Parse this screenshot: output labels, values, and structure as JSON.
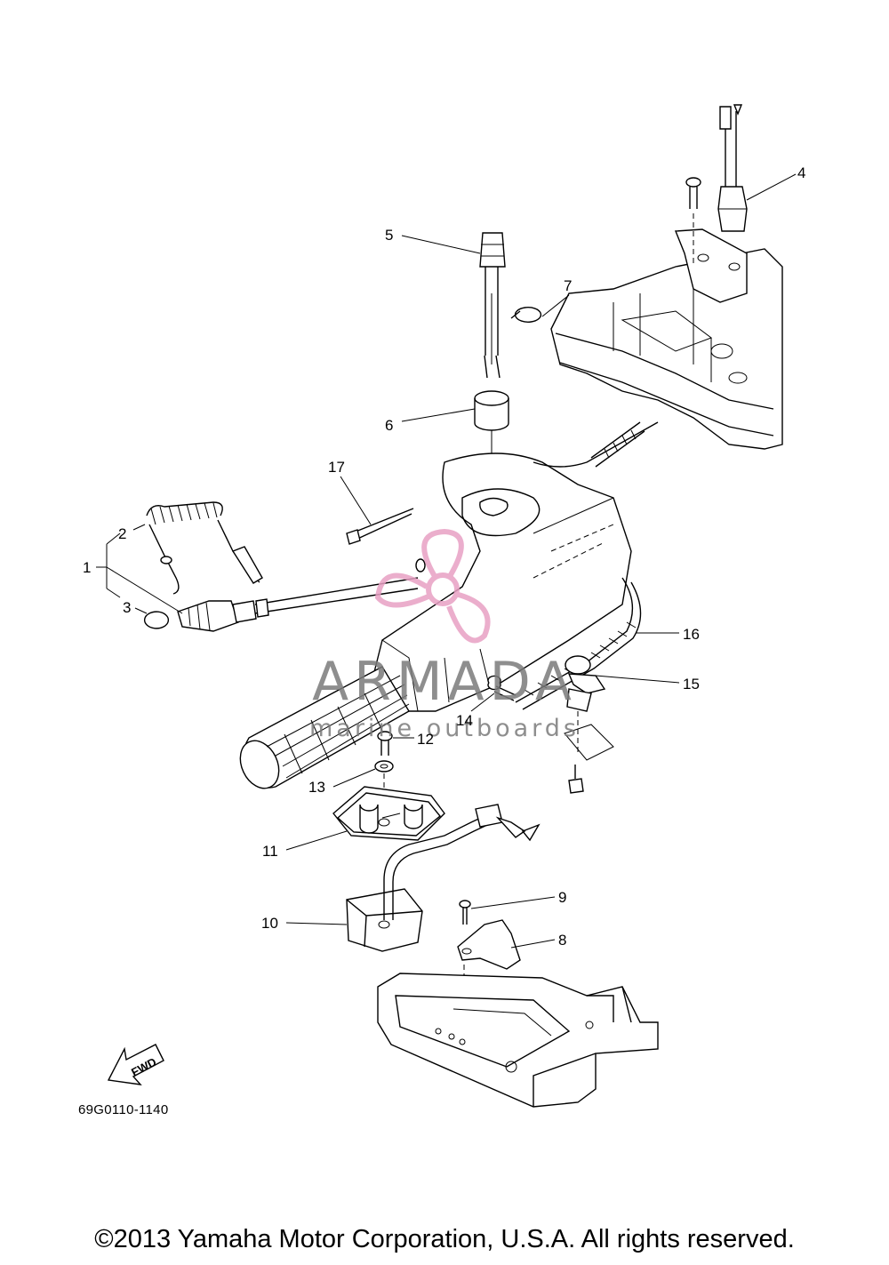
{
  "diagram": {
    "part_labels": [
      "1",
      "2",
      "3",
      "4",
      "5",
      "6",
      "7",
      "8",
      "9",
      "10",
      "11",
      "12",
      "13",
      "14",
      "15",
      "16",
      "17"
    ],
    "fwd_label": "FWD",
    "drawing_number": "69G0110-1140"
  },
  "watermark": {
    "brand": "ARMADA",
    "tagline": "marine outboards",
    "colors": {
      "text": "#7a7a7a",
      "logo": "#e8a0c4"
    }
  },
  "footer": {
    "copyright": "©2013 Yamaha Motor Corporation, U.S.A. All rights reserved."
  }
}
